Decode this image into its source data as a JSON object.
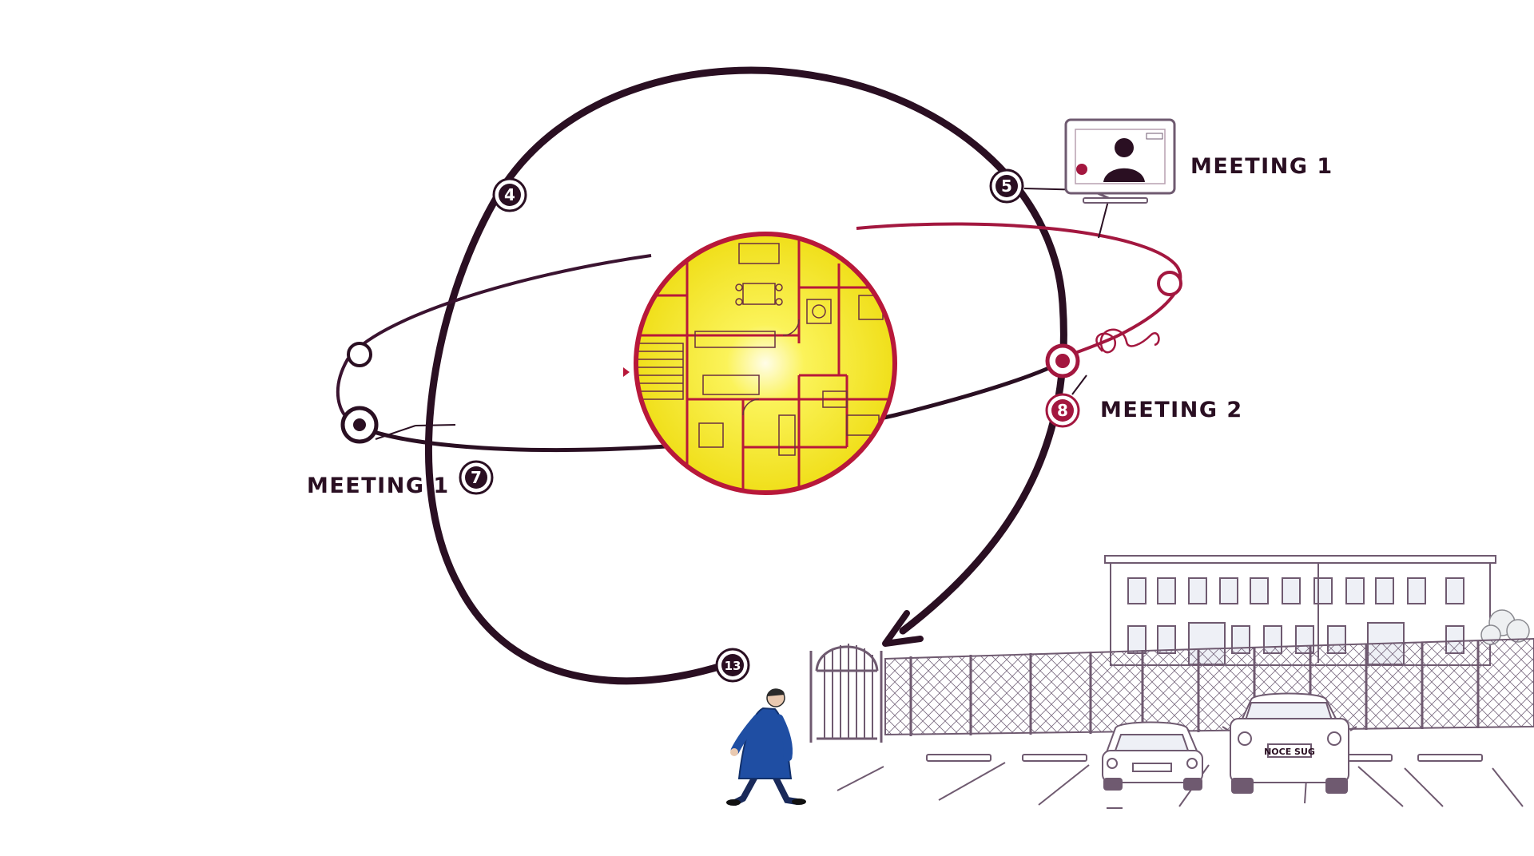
{
  "labels": {
    "meeting_top_right": "MEETING 1",
    "meeting_mid_right": "MEETING 2",
    "meeting_left": "MEETING 1"
  },
  "nodes": {
    "n4": "4",
    "n5": "5",
    "n7": "7",
    "n8": "8",
    "n13": "13"
  },
  "plate": "NOCE SUG",
  "colors": {
    "main_orbit": "#2a0f22",
    "secondary_orbit": "#a3173f",
    "floorplan_glow": "#f5e81a",
    "floorplan_wall": "#b8183a",
    "person_coat": "#1f4ea3",
    "sketch_line": "#6f5a70"
  },
  "icons": {
    "monitor": "video-call-monitor-icon",
    "person": "walking-person-icon",
    "building": "office-building-icon",
    "gate": "gate-icon",
    "car": "car-icon"
  }
}
